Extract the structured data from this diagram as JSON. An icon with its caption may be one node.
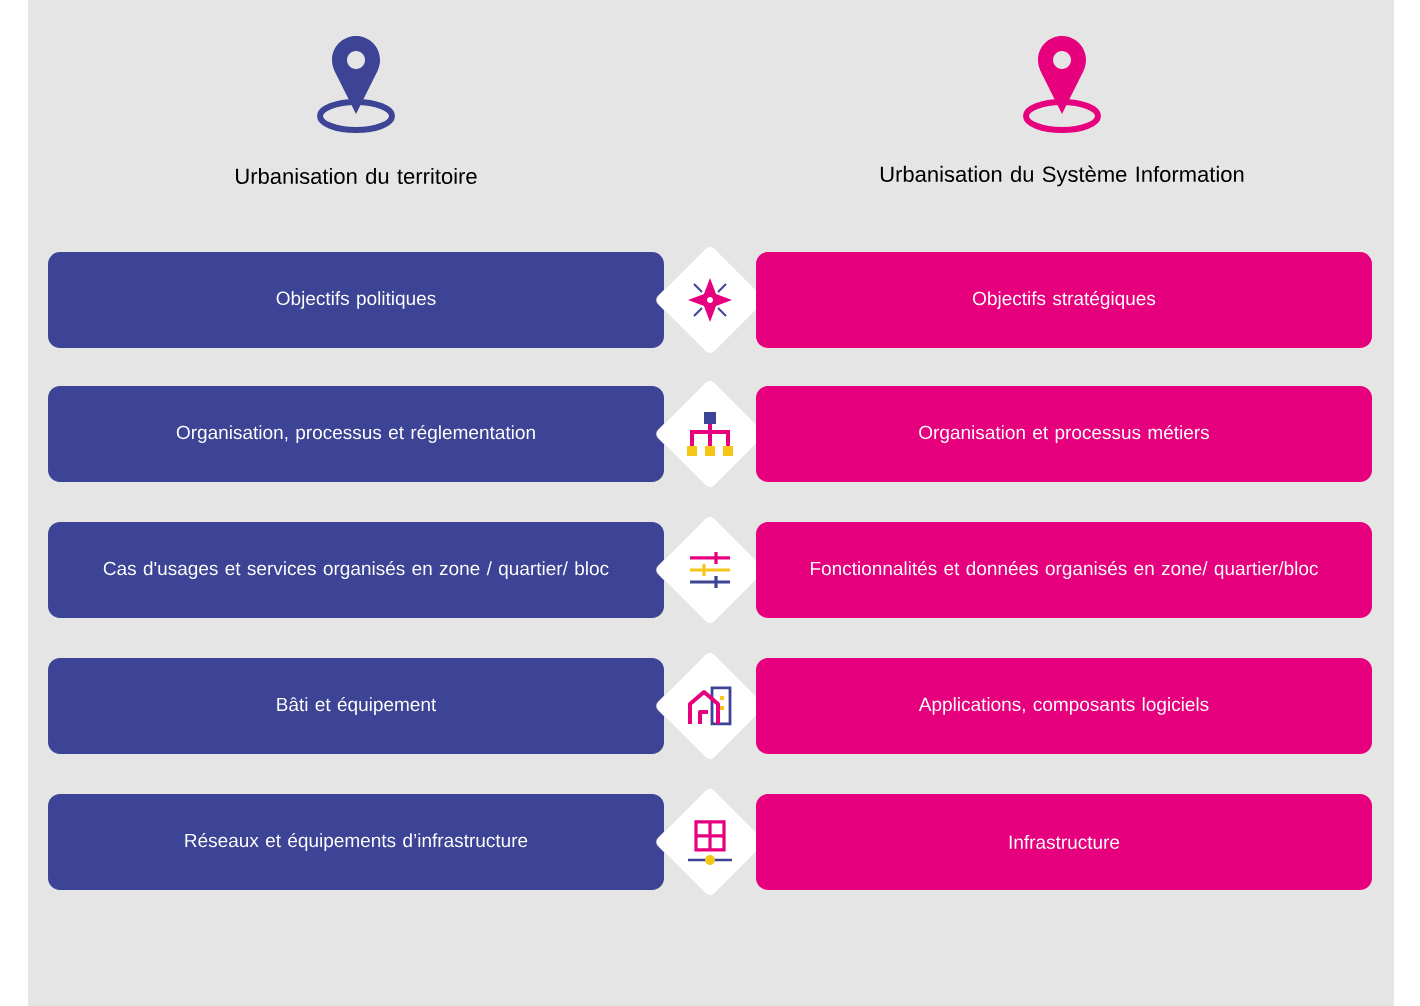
{
  "diagram": {
    "nodes": [
      {
        "text": [
          "Objectifs politiques"
        ]
      },
      {
        "text": [],
        "shape": "diamond"
      },
      {
        "text": [
          "Objectifs stratégiques"
        ]
      },
      {
        "text": [
          "Organisation, processus et réglementation"
        ]
      },
      {
        "text": [],
        "shape": "diamond"
      },
      {
        "text": [
          "Organisation et processus métiers"
        ]
      },
      {
        "text": [
          "Cas d'usages et services organisés en zone / quartier/ bloc"
        ]
      },
      {
        "text": [],
        "shape": "diamond"
      },
      {
        "text": [
          "Fonctionnalités et données organisés en zone/ quartier/bloc"
        ]
      },
      {
        "text": [
          "Bâti et équipement"
        ]
      },
      {
        "text": [],
        "shape": "diamond"
      },
      {
        "text": [
          "Applications, composants logiciels"
        ]
      },
      {
        "text": [
          "Réseaux et équipements d’infrastructure"
        ]
      },
      {
        "text": [],
        "shape": "diamond"
      },
      {
        "text": [
          "Infrastructure"
        ]
      }
    ],
    "labels": [
      "Urbanisation du territoire",
      "Urbanisation du Système Information"
    ]
  }
}
